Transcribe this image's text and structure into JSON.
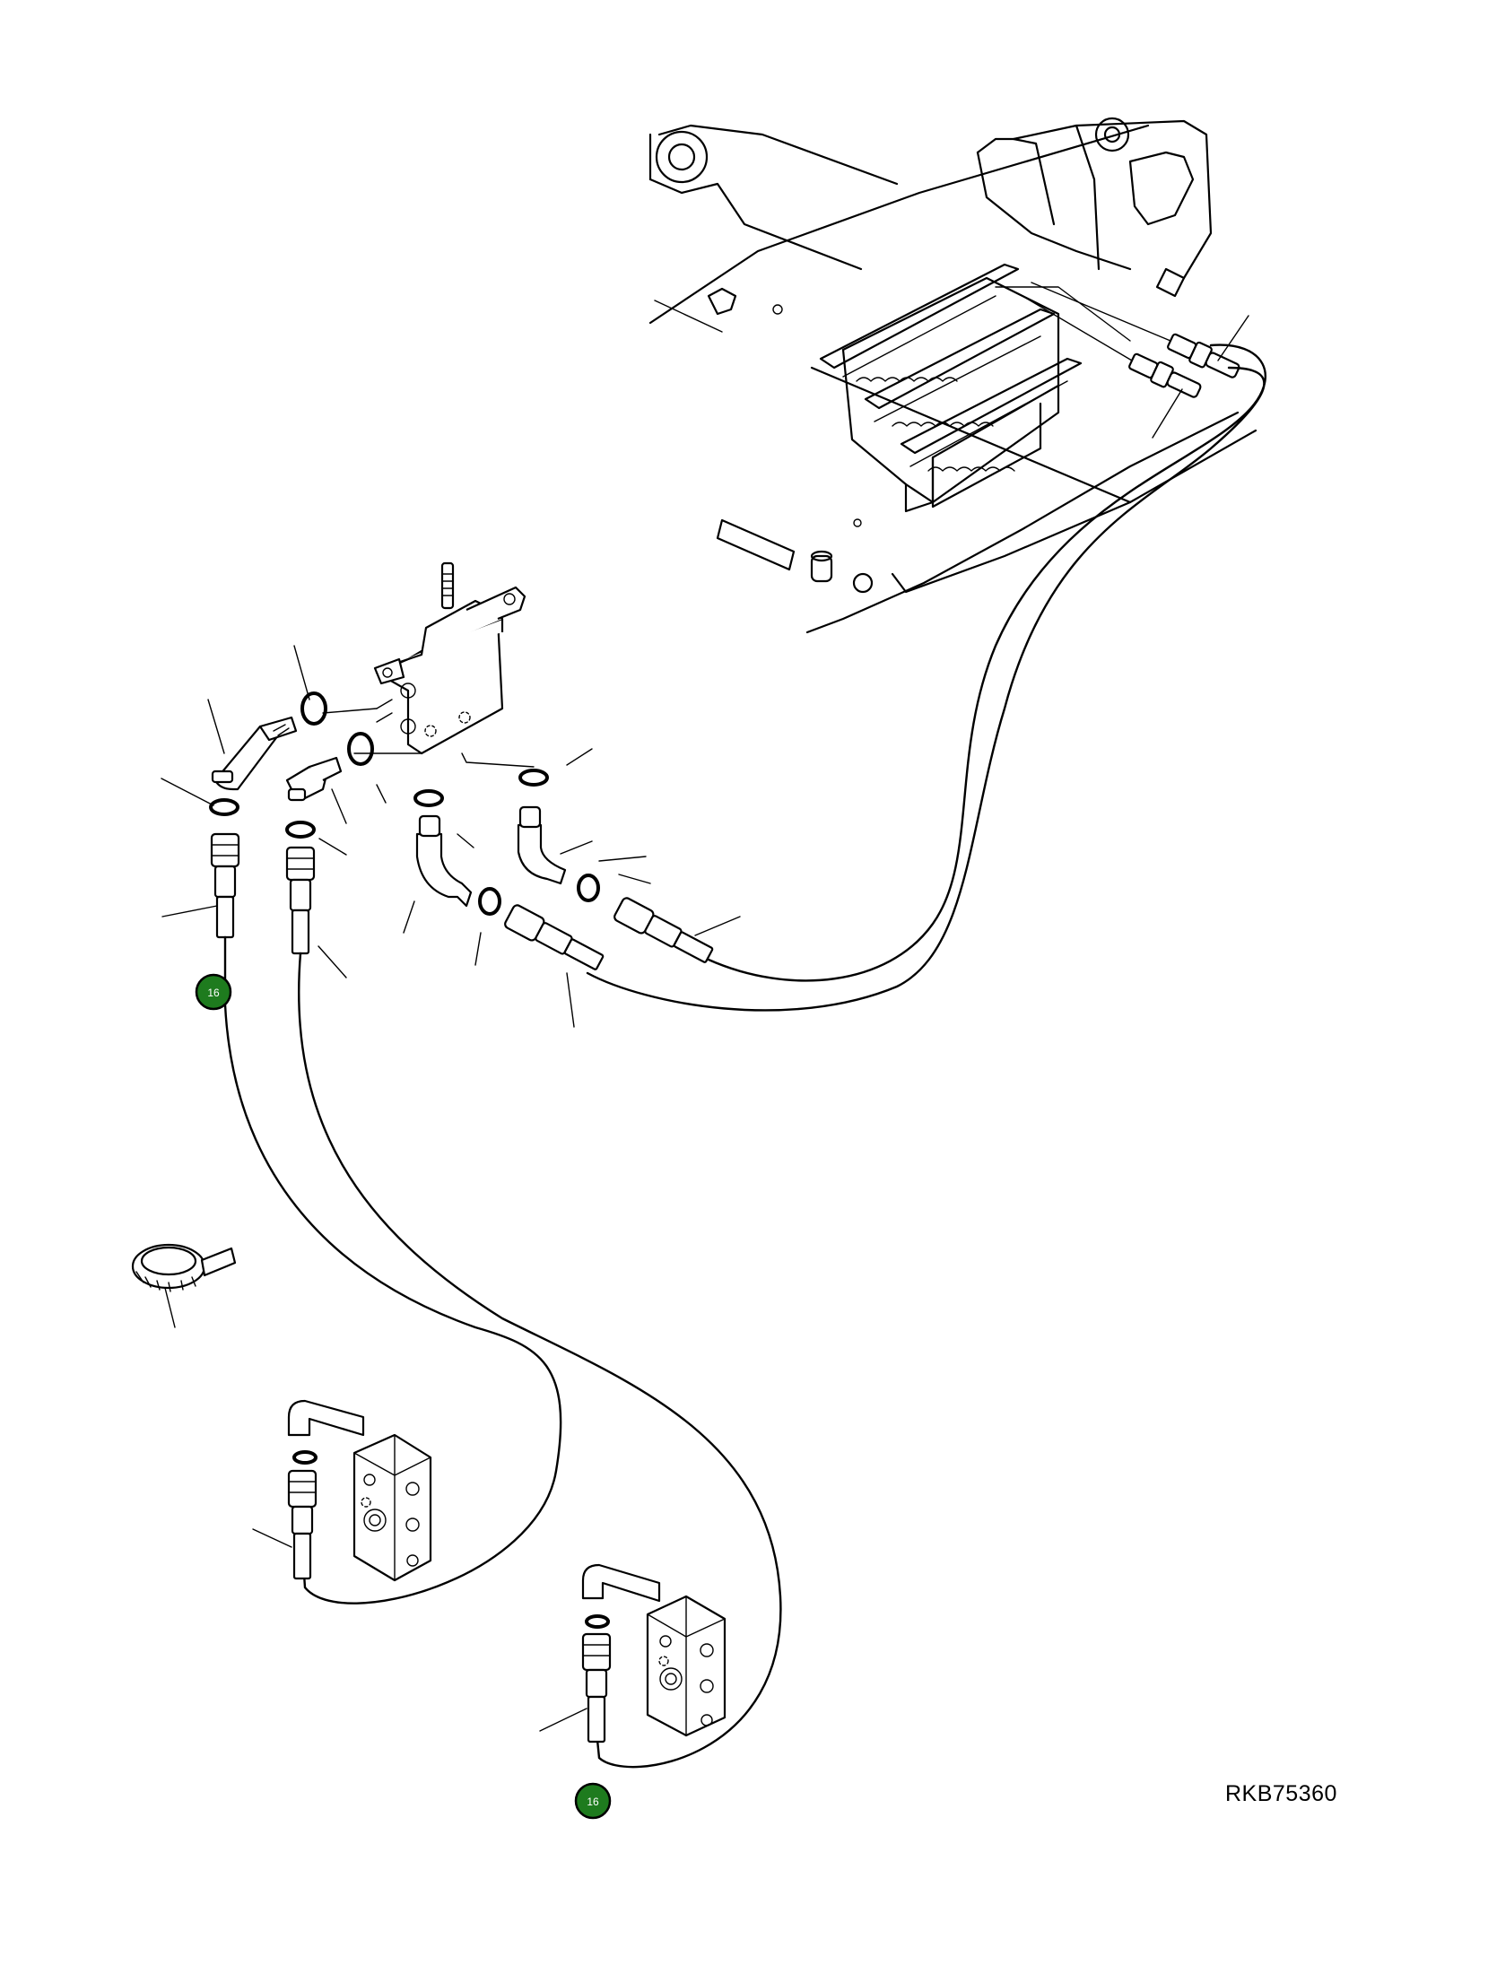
{
  "drawing": {
    "id": "RKB75360"
  },
  "callouts": [
    {
      "label": "16"
    },
    {
      "label": "16"
    }
  ],
  "colors": {
    "callout_fill": "#1e7b1e",
    "line": "#000000",
    "background": "#ffffff"
  }
}
